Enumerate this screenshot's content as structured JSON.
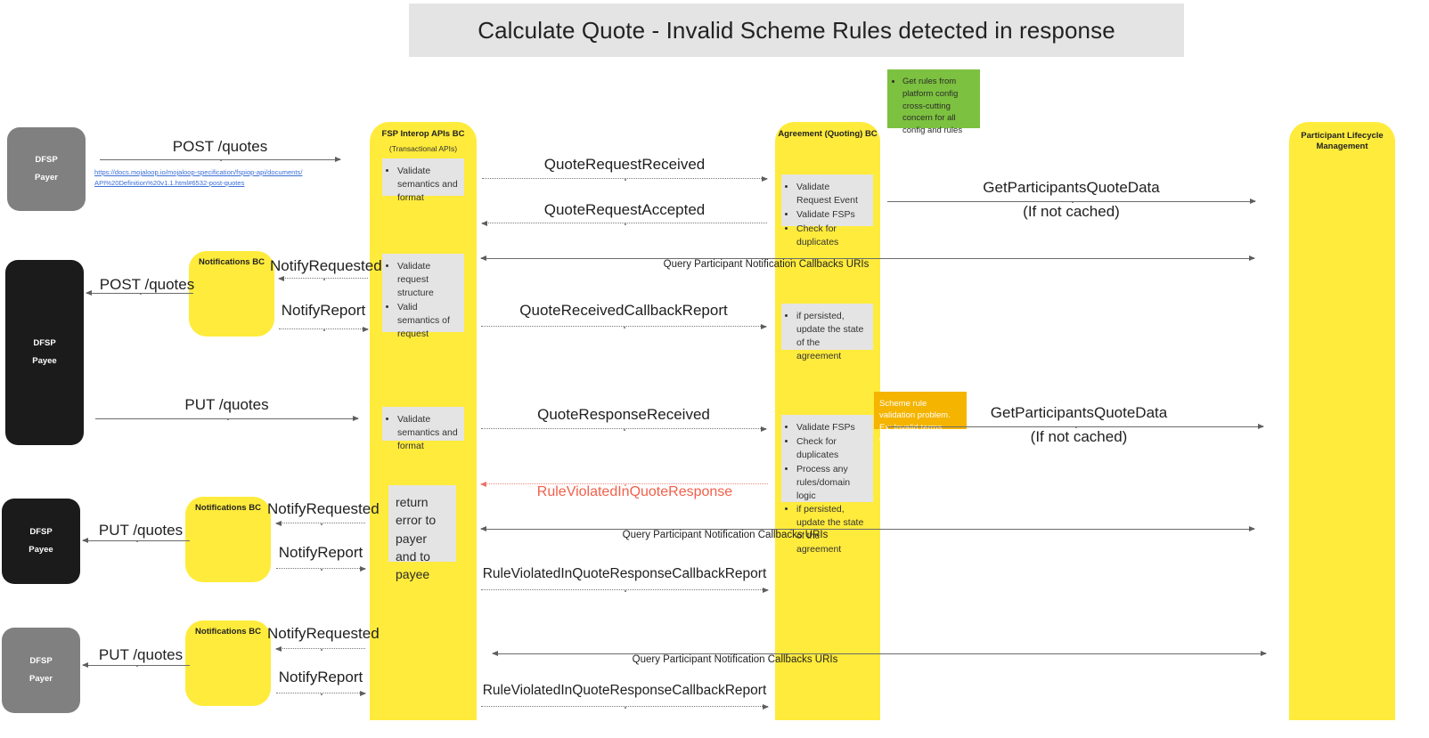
{
  "title": {
    "text": "Calculate Quote - Invalid Scheme Rules detected in response"
  },
  "colors": {
    "lifeline_yellow": "#ffeb3b",
    "note_gray": "#e4e4e4",
    "note_green": "#7cc13f",
    "note_orange": "#f5b400",
    "actor_gray": "#808080",
    "actor_black": "#1b1b1b",
    "error_red": "#f1604b",
    "link_blue": "#3a6fd8",
    "title_band": "#e4e4e4"
  },
  "actors": [
    {
      "id": "dfsp-payer-top",
      "line1": "DFSP",
      "line2": "Payer",
      "style": "gray"
    },
    {
      "id": "dfsp-payee-main",
      "line1": "DFSP",
      "line2": "Payee",
      "style": "black"
    },
    {
      "id": "dfsp-payee-bottom",
      "line1": "DFSP",
      "line2": "Payee",
      "style": "black"
    },
    {
      "id": "dfsp-payer-bottom",
      "line1": "DFSP",
      "line2": "Payer",
      "style": "gray"
    }
  ],
  "lifelines": [
    {
      "id": "fsp-interop",
      "title": "FSP Interop APIs BC",
      "subtitle": "(Transactional APIs)"
    },
    {
      "id": "agreement",
      "title": "Agreement (Quoting) BC",
      "subtitle": ""
    },
    {
      "id": "participant-lcm",
      "title": "Participant Lifecycle Management",
      "subtitle": ""
    }
  ],
  "notification_bcs": [
    {
      "id": "notifications-bc-1",
      "title": "Notifications BC"
    },
    {
      "id": "notifications-bc-2",
      "title": "Notifications BC"
    },
    {
      "id": "notifications-bc-3",
      "title": "Notifications BC"
    }
  ],
  "notes": {
    "validate_semantics_format_1": {
      "items": [
        "Validate semantics and format"
      ]
    },
    "validate_request_structure": {
      "items": [
        "Validate request structure",
        "Valid semantics of request"
      ]
    },
    "validate_semantics_format_2": {
      "items": [
        "Validate semantics and format"
      ]
    },
    "return_error": {
      "text": "return error to payer and to payee"
    },
    "agreement_validate_1": {
      "items": [
        "Validate Request Event",
        "Validate FSPs",
        "Check for duplicates"
      ]
    },
    "agreement_persist": {
      "items": [
        "if persisted, update the state of the agreement"
      ]
    },
    "agreement_validate_2": {
      "items": [
        "Validate FSPs",
        "Check for duplicates",
        "Process any rules/domain logic",
        "if persisted, update the state of the agreement"
      ]
    },
    "get_rules_green": {
      "items": [
        "Get rules from platform config cross-cutting concern for all config and rules"
      ]
    },
    "scheme_rule_problem_orange": {
      "text": "Scheme rule validation problem. Ex: Invalid terms detected"
    }
  },
  "link": {
    "label": "https://docs.mojaloop.io/mojaloop-specification/fspiop-api/documents/API%20Definition%20v1.1.html#6532-post-quotes"
  },
  "messages": {
    "post_quotes_1": "POST /quotes",
    "post_quotes_2": "POST /quotes",
    "put_quotes_1": "PUT /quotes",
    "put_quotes_2": "PUT /quotes",
    "put_quotes_3": "PUT /quotes",
    "quote_request_received": "QuoteRequestReceived",
    "quote_request_accepted": "QuoteRequestAccepted",
    "query_callbacks_1": "Query Participant Notification Callbacks URIs",
    "query_callbacks_2": "Query Participant Notification Callbacks URIs",
    "query_callbacks_3": "Query Participant Notification Callbacks URIs",
    "quote_received_callback_report": "QuoteReceivedCallbackReport",
    "quote_response_received": "QuoteResponseReceived",
    "rule_violated_in_quote_response": "RuleViolatedInQuoteResponse",
    "rule_violated_callback_report_1": "RuleViolatedInQuoteResponseCallbackReport",
    "rule_violated_callback_report_2": "RuleViolatedInQuoteResponseCallbackReport",
    "get_participants_quote_data_1": "GetParticipantsQuoteData",
    "get_participants_quote_data_1_sub": "(If not cached)",
    "get_participants_quote_data_2": "GetParticipantsQuoteData",
    "get_participants_quote_data_2_sub": "(If not cached)",
    "notify_requested_1": "NotifyRequested",
    "notify_report_1": "NotifyReport",
    "notify_requested_2": "NotifyRequested",
    "notify_report_2": "NotifyReport",
    "notify_requested_3": "NotifyRequested",
    "notify_report_3": "NotifyReport"
  }
}
